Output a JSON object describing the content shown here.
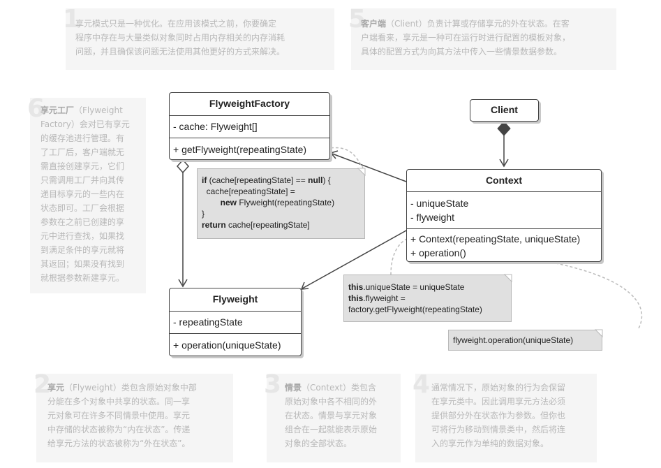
{
  "notes": {
    "n1": {
      "num": "1",
      "text": "享元模式只是一种优化。在应用该模式之前，你要确定\n程序中存在与大量类似对象同时占用内存相关的内存消耗\n问题，并且确保该问题无法使用其他更好的方式来解决。"
    },
    "n5": {
      "num": "5",
      "bold": "客户端",
      "text": "（Client）负责计算或存储享元的外在状态。在客\n户端看来，享元是一种可在运行时进行配置的模板对象，\n具体的配置方式为向其方法中传入一些情景数据参数。"
    },
    "n6": {
      "num": "6",
      "bold": "享元工厂",
      "text": "（Flyweight\nFactory）会对已有享元\n的缓存池进行管理。有\n了工厂后，客户端就无\n需直接创建享元，它们\n只需调用工厂并向其传\n递目标享元的一些内在\n状态即可。工厂会根据\n参数在之前已创建的享\n元中进行查找，如果找\n到满足条件的享元就将\n其返回；如果没有找到\n就根据参数新建享元。"
    },
    "n2": {
      "num": "2",
      "bold": "享元",
      "text": "（Flyweight）类包含原始对象中部\n分能在多个对象中共享的状态。同一享\n元对象可在许多不同情景中使用。享元\n中存储的状态被称为“内在状态”。传递\n给享元方法的状态被称为“外在状态”。"
    },
    "n3": {
      "num": "3",
      "bold": "情景",
      "text": "（Context）类包含\n原始对象中各不相同的外\n在状态。情景与享元对象\n组合在一起就能表示原始\n对象的全部状态。"
    },
    "n4": {
      "num": "4",
      "text": "通常情况下，原始对象的行为会保留\n在享元类中。因此调用享元方法必须\n提供部分外在状态作为参数。但你也\n可将行为移动到情景类中，然后将连\n入的享元作为单纯的数据对象。"
    }
  },
  "classes": {
    "factory": {
      "name": "FlyweightFactory",
      "fields": [
        "- cache: Flyweight[]"
      ],
      "methods": [
        "+ getFlyweight(repeatingState)"
      ]
    },
    "client": {
      "name": "Client"
    },
    "context": {
      "name": "Context",
      "fields": [
        "- uniqueState",
        "- flyweight"
      ],
      "methods": [
        "+ Context(repeatingState, uniqueState)",
        "+ operation()"
      ]
    },
    "flyweight": {
      "name": "Flyweight",
      "fields": [
        "- repeatingState"
      ],
      "methods": [
        "+ operation(uniqueState)"
      ]
    }
  },
  "code": {
    "factory": {
      "l1_kw": "if",
      "l1_a": " (cache[repeatingState] == ",
      "l1_kw2": "null",
      "l1_b": ") {",
      "l2": "  cache[repeatingState] =",
      "l3_kw": "new",
      "l3": " Flyweight(repeatingState)",
      "l4": "}",
      "l5_kw": "return",
      "l5": " cache[repeatingState]"
    },
    "context": {
      "l1_kw": "this",
      "l1": ".uniqueState = uniqueState",
      "l2_kw": "this",
      "l2": ".flyweight =",
      "l3": "factory.getFlyweight(repeatingState)"
    },
    "operation": {
      "l1": "flyweight.operation(uniqueState)"
    }
  },
  "colors": {
    "border": "#444444",
    "note_bg": "#f5f5f5",
    "note_text": "#b8b8b8",
    "code_bg": "#e0e0e0"
  }
}
